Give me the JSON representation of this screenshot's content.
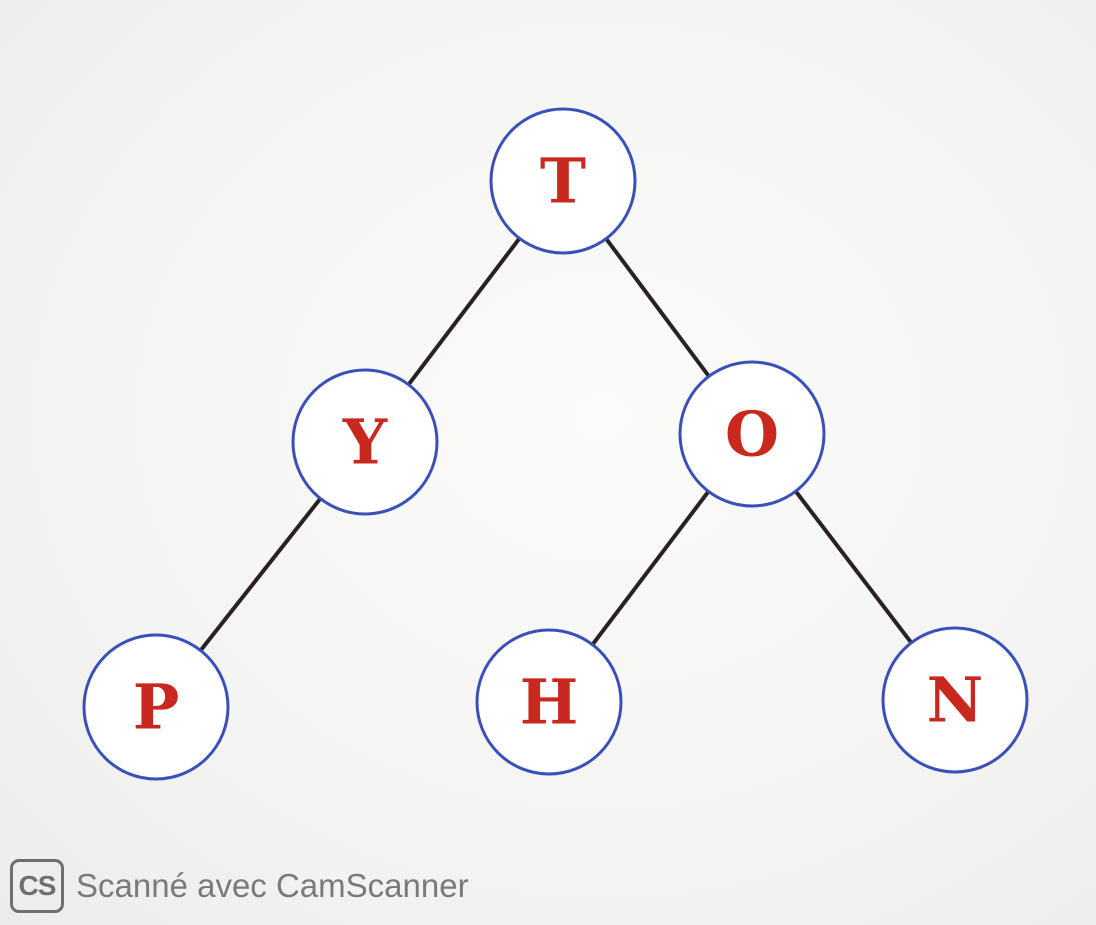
{
  "tree": {
    "nodes": [
      {
        "id": "T",
        "label": "T"
      },
      {
        "id": "Y",
        "label": "Y"
      },
      {
        "id": "O",
        "label": "O"
      },
      {
        "id": "P",
        "label": "P"
      },
      {
        "id": "H",
        "label": "H"
      },
      {
        "id": "N",
        "label": "N"
      }
    ],
    "edges": [
      {
        "from": "T",
        "to": "Y"
      },
      {
        "from": "T",
        "to": "O"
      },
      {
        "from": "Y",
        "to": "P"
      },
      {
        "from": "O",
        "to": "H"
      },
      {
        "from": "O",
        "to": "N"
      }
    ]
  },
  "watermark": {
    "logo_text": "CS",
    "text": "Scanné avec CamScanner"
  },
  "colors": {
    "node_border": "#3a4fb8",
    "node_label": "#c8281e",
    "edge": "#2a2222"
  }
}
